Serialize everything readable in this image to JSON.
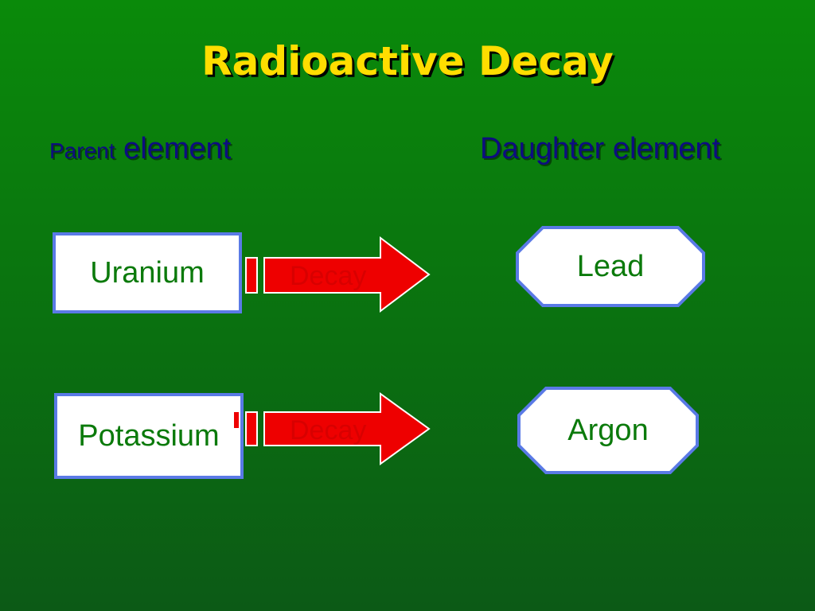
{
  "slide": {
    "title": "Radioactive Decay"
  },
  "headings": {
    "parent_small": "Parent",
    "parent_large": " element",
    "daughter": "Daughter element"
  },
  "rows": [
    {
      "parent": "Uranium",
      "arrow_label": "Decay",
      "daughter": "Lead"
    },
    {
      "parent": "Potassium",
      "arrow_label": "Decay",
      "daughter": "Argon"
    }
  ],
  "colors": {
    "background_top": "#0a8a0a",
    "background_bottom": "#0c5a16",
    "title": "#ffdd00",
    "heading": "#0d0d80",
    "box_border": "#5a7ae6",
    "box_text": "#0b7a0b",
    "arrow_fill": "#ee0000",
    "arrow_label": "#d80000"
  }
}
